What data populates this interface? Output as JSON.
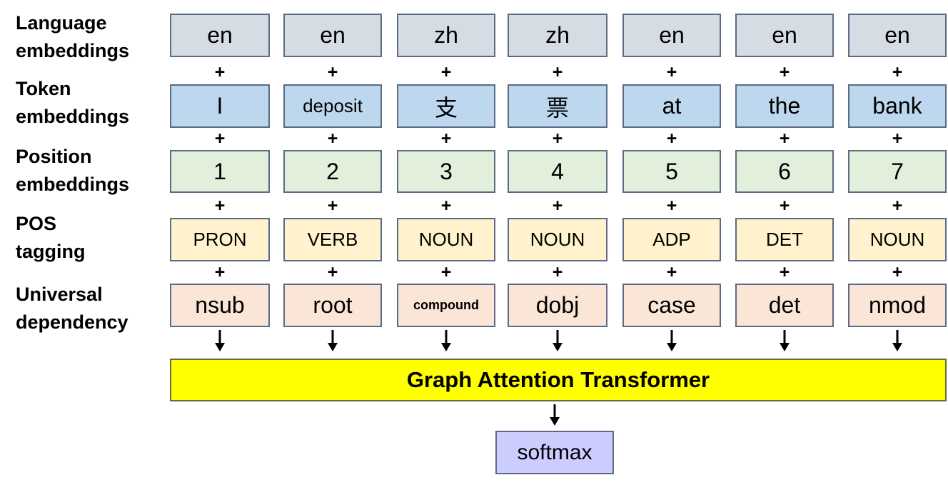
{
  "row_labels": {
    "language": [
      "Language",
      "embeddings"
    ],
    "token": [
      "Token",
      "embeddings"
    ],
    "position": [
      "Position",
      "embeddings"
    ],
    "pos": [
      "POS",
      "tagging"
    ],
    "dependency": [
      "Universal",
      "dependency"
    ]
  },
  "language": [
    "en",
    "en",
    "zh",
    "zh",
    "en",
    "en",
    "en"
  ],
  "token": [
    "I",
    "deposit",
    "支",
    "票",
    "at",
    "the",
    "bank"
  ],
  "position": [
    "1",
    "2",
    "3",
    "4",
    "5",
    "6",
    "7"
  ],
  "pos": [
    "PRON",
    "VERB",
    "NOUN",
    "NOUN",
    "ADP",
    "DET",
    "NOUN"
  ],
  "dependency": [
    "nsub",
    "root",
    "compound",
    "dobj",
    "case",
    "det",
    "nmod"
  ],
  "plus_symbol": "+",
  "transformer_label": "Graph Attention Transformer",
  "output_label": "softmax",
  "colors": {
    "language": "#d6dce4",
    "token": "#bdd7ee",
    "position": "#e2efda",
    "pos": "#fff2cc",
    "dependency": "#fbe5d6",
    "transformer": "#ffff00",
    "output": "#ccccff"
  }
}
